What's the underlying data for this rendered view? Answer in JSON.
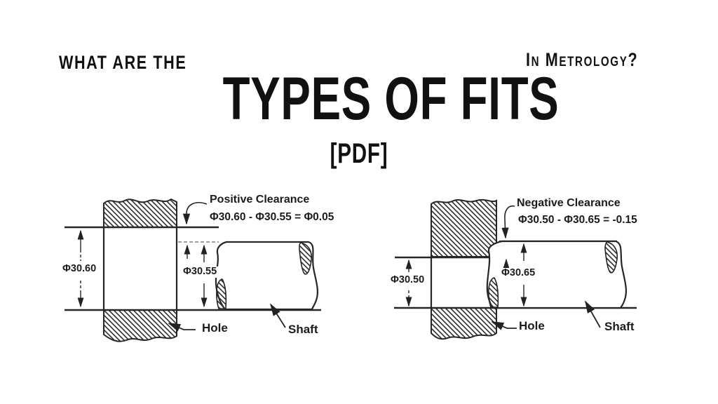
{
  "header": {
    "pre_title": "WHAT ARE THE",
    "main_title": "TYPES OF FITS",
    "post_title": "In Metrology?",
    "subtitle": "[PDF]"
  },
  "diagrams": {
    "positive": {
      "title": "Positive Clearance",
      "formula": "Φ30.60 - Φ30.55 = Φ0.05",
      "hole_dimension": "Φ30.60",
      "shaft_dimension": "Φ30.55",
      "hole_label": "Hole",
      "shaft_label": "Shaft"
    },
    "negative": {
      "title": "Negative Clearance",
      "formula": "Φ30.50 - Φ30.65 = -0.15",
      "hole_dimension": "Φ30.50",
      "shaft_dimension": "Φ30.65",
      "hole_label": "Hole",
      "shaft_label": "Shaft"
    }
  },
  "colors": {
    "ink": "#222222",
    "background": "#ffffff"
  }
}
